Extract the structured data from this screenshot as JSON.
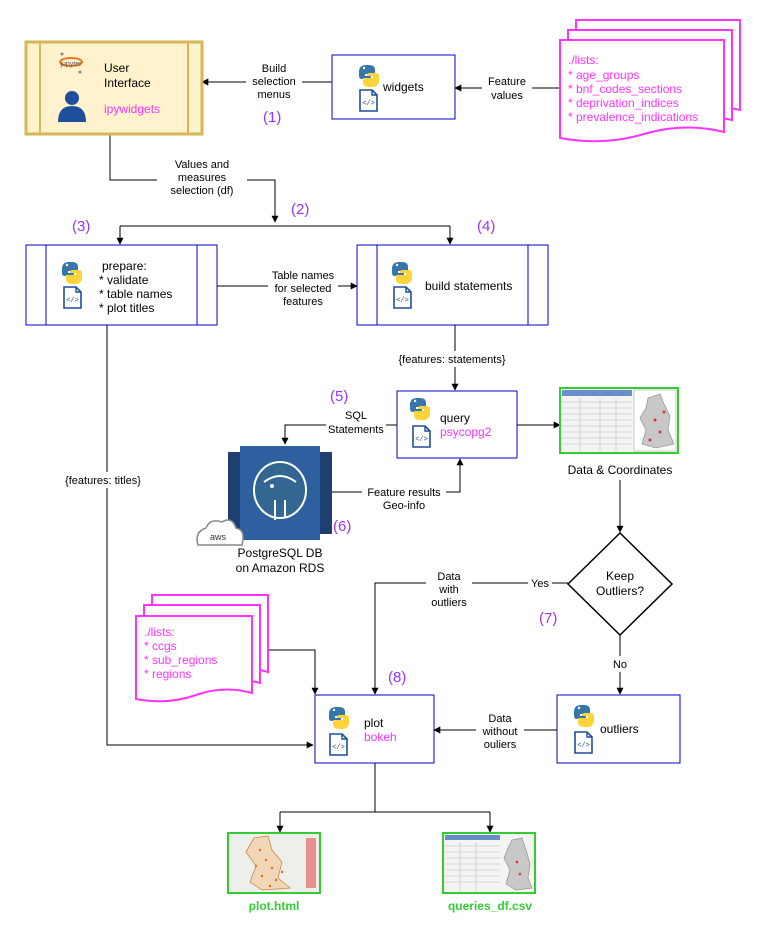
{
  "ui": {
    "title": "User",
    "title2": "Interface",
    "lib": "ipywidgets",
    "jupyter_logo": "jupyter"
  },
  "widgets": {
    "label": "widgets"
  },
  "feature_lists": {
    "header": "./lists:",
    "items": [
      "* age_groups",
      "* bnf_codes_sections",
      "* deprivation_indices",
      "* prevalence_indications"
    ]
  },
  "prepare": {
    "label": "prepare:",
    "items": [
      "* validate",
      "* table names",
      "* plot titles"
    ]
  },
  "build": {
    "label": "build statements"
  },
  "query": {
    "label": "query",
    "lib": "psycopg2"
  },
  "db": {
    "line1": "PostgreSQL DB",
    "line2": "on Amazon RDS",
    "aws": "aws"
  },
  "decision": {
    "line1": "Keep",
    "line2": "Outliers?"
  },
  "outliers": {
    "label": "outliers"
  },
  "plot": {
    "label": "plot",
    "lib": "bokeh"
  },
  "region_lists": {
    "header": "./lists:",
    "items": [
      "* ccgs",
      "* sub_regions",
      "* regions"
    ]
  },
  "data_coords": {
    "label": "Data & Coordinates"
  },
  "outputs": {
    "plot_html": "plot.html",
    "queries_csv": "queries_df.csv"
  },
  "edges": {
    "build_menus": [
      "Build",
      "selection",
      "menus"
    ],
    "feature_values": [
      "Feature",
      "values"
    ],
    "values_measures": [
      "Values and",
      "measures",
      "selection (df)"
    ],
    "table_names": [
      "Table names",
      "for selected",
      "features"
    ],
    "features_statements": "{features: statements}",
    "sql_statements": [
      "SQL",
      "Statements"
    ],
    "feature_results": [
      "Feature results",
      "Geo-info"
    ],
    "features_titles": "{features: titles}",
    "data_with": [
      "Data",
      "with",
      "outliers"
    ],
    "yes": "Yes",
    "no": "No",
    "data_without": [
      "Data",
      "without",
      "ouliers"
    ]
  },
  "steps": [
    "(1)",
    "(2)",
    "(3)",
    "(4)",
    "(5)",
    "(6)",
    "(7)",
    "(8)"
  ],
  "colors": {
    "ui_fill": "#fff2cc",
    "ui_border": "#d6b656",
    "node_border": "#0000cc",
    "magenta": "#ff33ff",
    "step": "#9933ff",
    "green": "#33cc33"
  },
  "icons": [
    "python-icon",
    "code-file-icon",
    "user-icon",
    "jupyter-icon",
    "postgresql-icon",
    "aws-cloud-icon",
    "map-thumbnail-icon",
    "table-thumbnail-icon"
  ]
}
